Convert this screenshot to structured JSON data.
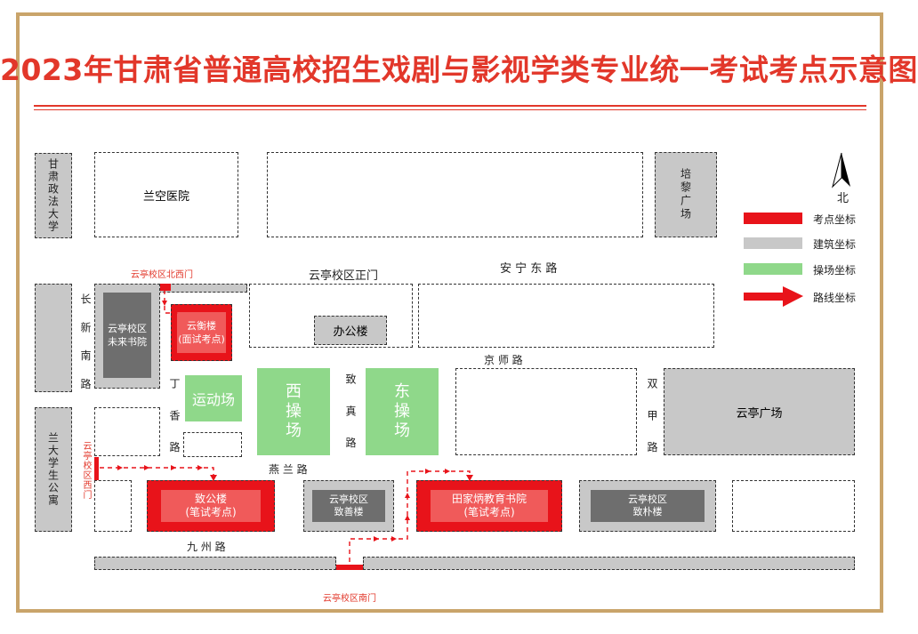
{
  "title": "2023年甘肃省普通高校招生戏剧与影视学类专业统一考试考点示意图",
  "compass": {
    "label": "北"
  },
  "legend": [
    {
      "key": "exam",
      "label": "考点坐标",
      "color": "#e8131a"
    },
    {
      "key": "building",
      "label": "建筑坐标",
      "color": "#c8c8c8"
    },
    {
      "key": "field",
      "label": "操场坐标",
      "color": "#8fd88a"
    },
    {
      "key": "route",
      "label": "路线坐标",
      "color": "#e8131a"
    }
  ],
  "buildings": {
    "gansu_law": "甘肃政法大学",
    "lankong": "兰空医院",
    "peili": "培黎广场",
    "weilai": "云亭校区\n未来书院",
    "yunheng": "云衡楼\n(面试考点)",
    "office": "办公楼",
    "lanzhou_apartment": "兰大学生公寓",
    "zhigong": "致公楼\n(笔试考点)",
    "zhishan": "云亭校区\n致善楼",
    "tianjiabing": "田家炳教育书院\n(笔试考点)",
    "zhipu": "云亭校区\n致朴楼",
    "yunting_square": "云亭广场"
  },
  "fields": {
    "sports": "运动场",
    "west": "西\n操\n场",
    "east": "东\n操\n场"
  },
  "roads": {
    "anning_east": "安  宁  东  路",
    "changxin_south": "长\n新\n南\n路",
    "jingshi": "京 师 路",
    "dingxiang": "丁\n香\n路",
    "zhizhen": "致\n真\n路",
    "shuangjia": "双\n甲\n路",
    "yanlan": "燕  兰  路",
    "jiuzhou": "九 州 路"
  },
  "gates": {
    "main": "云亭校区正门",
    "northwest": "云亭校区北西门",
    "west": "云亭校区西门",
    "south": "云亭校区南门"
  }
}
